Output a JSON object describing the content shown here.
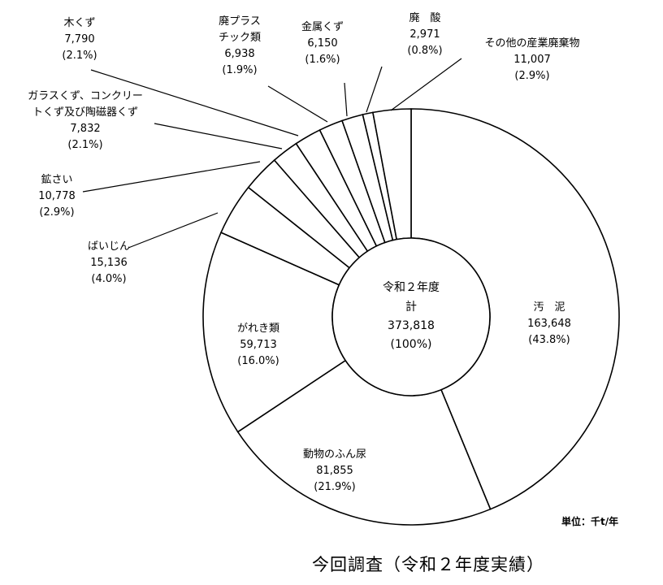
{
  "chart_data": {
    "type": "pie",
    "style": "donut",
    "unit": "単位：千t/年",
    "caption": "今回調査（令和２年度実績）",
    "center": {
      "lines": [
        "令和２年度",
        "計",
        "373,818",
        "(100%)"
      ],
      "total": 373818
    },
    "slices": [
      {
        "label": "汚　泥",
        "value": 163648,
        "value_text": "163,648",
        "percent_text": "(43.8%)"
      },
      {
        "label": "動物のふん尿",
        "value": 81855,
        "value_text": "81,855",
        "percent_text": "(21.9%)"
      },
      {
        "label": "がれき類",
        "value": 59713,
        "value_text": "59,713",
        "percent_text": "(16.0%)"
      },
      {
        "label": "ばいじん",
        "value": 15136,
        "value_text": "15,136",
        "percent_text": "(4.0%)"
      },
      {
        "label": "鉱さい",
        "value": 10778,
        "value_text": "10,778",
        "percent_text": "(2.9%)"
      },
      {
        "label": "ガラスくず、コンクリートくず及び陶磁器くず",
        "label_lines": [
          "ガラスくず、コンクリー",
          "トくず及び陶磁器くず"
        ],
        "value": 7832,
        "value_text": "7,832",
        "percent_text": "(2.1%)"
      },
      {
        "label": "木くず",
        "value": 7790,
        "value_text": "7,790",
        "percent_text": "(2.1%)"
      },
      {
        "label": "廃プラスチック類",
        "label_lines": [
          "廃プラス",
          "チック類"
        ],
        "value": 6938,
        "value_text": "6,938",
        "percent_text": "(1.9%)"
      },
      {
        "label": "金属くず",
        "value": 6150,
        "value_text": "6,150",
        "percent_text": "(1.6%)"
      },
      {
        "label": "廃　酸",
        "value": 2971,
        "value_text": "2,971",
        "percent_text": "(0.8%)"
      },
      {
        "label": "その他の産業廃棄物",
        "value": 11007,
        "value_text": "11,007",
        "percent_text": "(2.9%)"
      }
    ]
  }
}
